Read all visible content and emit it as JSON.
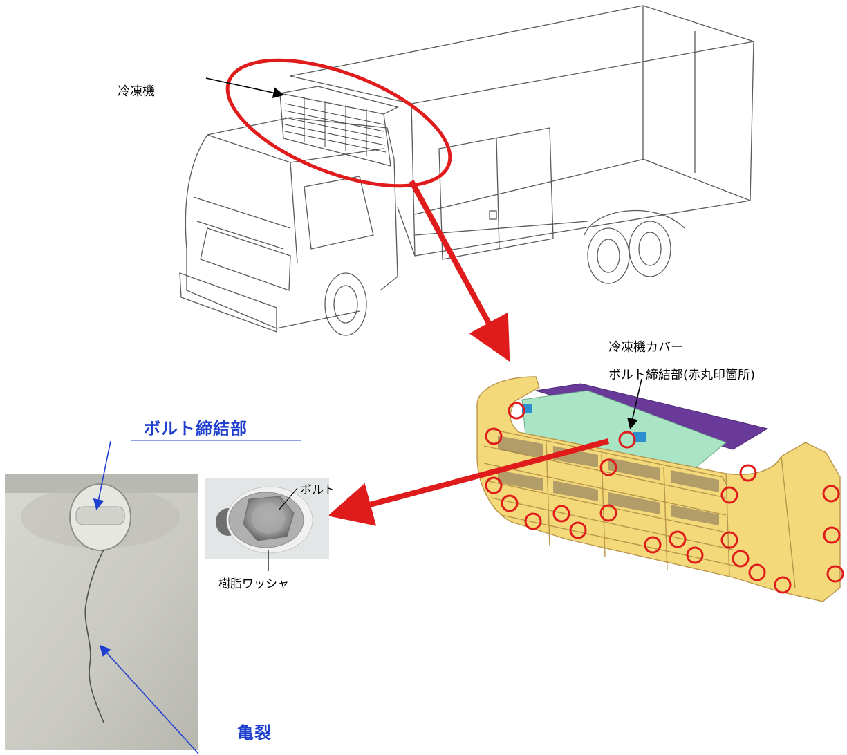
{
  "labels": {
    "refrigerator": "冷凍機",
    "cover_line1": "冷凍機カバー",
    "cover_line2": "ボルト締結部(赤丸印箇所)",
    "bolt": "ボルト",
    "washer": "樹脂ワッシャ",
    "bolt_joint": "ボルト締結部",
    "crack": "亀裂"
  },
  "colors": {
    "highlight_red": "#e01b1b",
    "annotation_blue": "#1f3fd1",
    "cover_yellow": "#f3d97a",
    "panel_green": "#a9e5c4",
    "panel_purple": "#6a3a9a"
  },
  "icons": [
    "truck-outline-drawing",
    "refrigerator-cover-model",
    "bolt-closeup-photo",
    "crack-closeup-photo"
  ]
}
